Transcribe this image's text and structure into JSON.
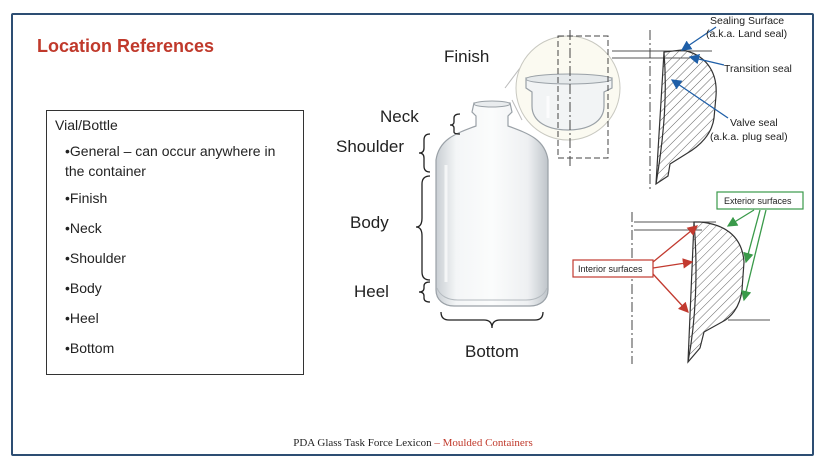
{
  "slide": {
    "title": "Location References",
    "footer_main": "PDA Glass Task Force Lexicon",
    "footer_separator": " – ",
    "footer_accent": "Moulded Containers"
  },
  "list": {
    "heading": "Vial/Bottle",
    "items": [
      "•General – can occur anywhere in the container",
      "•Finish",
      "•Neck",
      "•Shoulder",
      "•Body",
      "•Heel",
      "•Bottom"
    ]
  },
  "vial_labels": {
    "finish": "Finish",
    "neck": "Neck",
    "shoulder": "Shoulder",
    "body": "Body",
    "heel": "Heel",
    "bottom": "Bottom"
  },
  "finish_detail": {
    "sealing_surface": "Sealing Surface",
    "sealing_surface_aka": "(a.k.a. Land seal)",
    "transition_seal": "Transition seal",
    "valve_seal": "Valve seal",
    "valve_seal_aka": "(a.k.a. plug seal)"
  },
  "surface_detail": {
    "exterior": "Exterior surfaces",
    "interior": "Interior surfaces"
  },
  "colors": {
    "title": "#c0392b",
    "frame": "#2d4e73",
    "blue_arrow": "#1f5fa8",
    "green_arrow": "#3a9a4a",
    "red_arrow": "#c23a2f"
  }
}
